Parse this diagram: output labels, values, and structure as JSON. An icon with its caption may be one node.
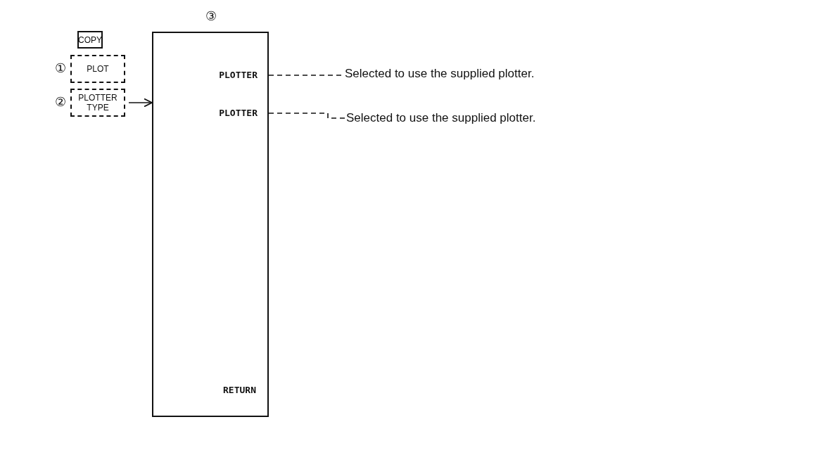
{
  "diagram": {
    "nodes": [
      {
        "text": [
          "COPY"
        ]
      },
      {
        "text": [
          "PLOT"
        ],
        "beside": [
          "①"
        ]
      },
      {
        "text": [
          "PLOTTER TYPE"
        ],
        "beside": [
          "②"
        ]
      },
      {
        "text": [],
        "shape": "box",
        "beside": [
          "③"
        ]
      },
      {
        "text": [
          "PLOTTER"
        ],
        "in": 3
      },
      {
        "text": [
          "PLOTTER"
        ],
        "in": 3
      },
      {
        "text": [
          "Selected to use the supplied plotter."
        ]
      },
      {
        "text": [
          "Selected to use the supplied plotter."
        ]
      }
    ],
    "edges": [
      {
        "from": 2,
        "to": 3,
        "arrow": "to"
      },
      {
        "from": 4,
        "to": 6,
        "arrow": "none",
        "style": "dashed"
      },
      {
        "from": 5,
        "to": 7,
        "arrow": "none",
        "style": "dashed"
      }
    ],
    "labels": [
      "RETURN"
    ]
  }
}
